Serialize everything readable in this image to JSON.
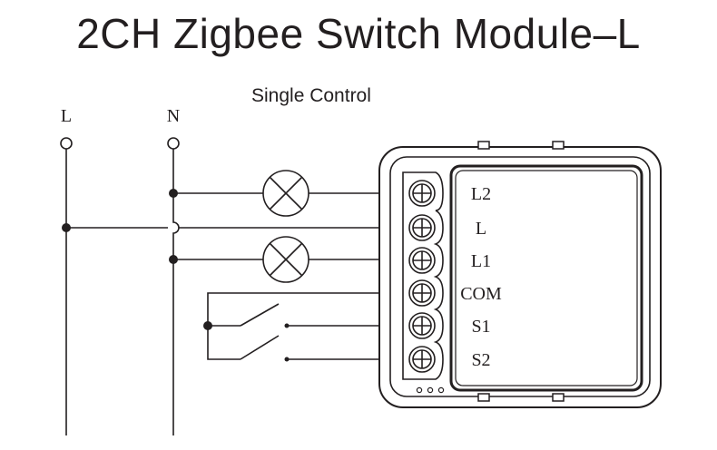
{
  "title": "2CH Zigbee Switch Module–L",
  "subtitle": "Single Control",
  "supply": {
    "line_label": "L",
    "neutral_label": "N"
  },
  "terminals": [
    "L2",
    "L",
    "L1",
    "COM",
    "S1",
    "S2"
  ]
}
